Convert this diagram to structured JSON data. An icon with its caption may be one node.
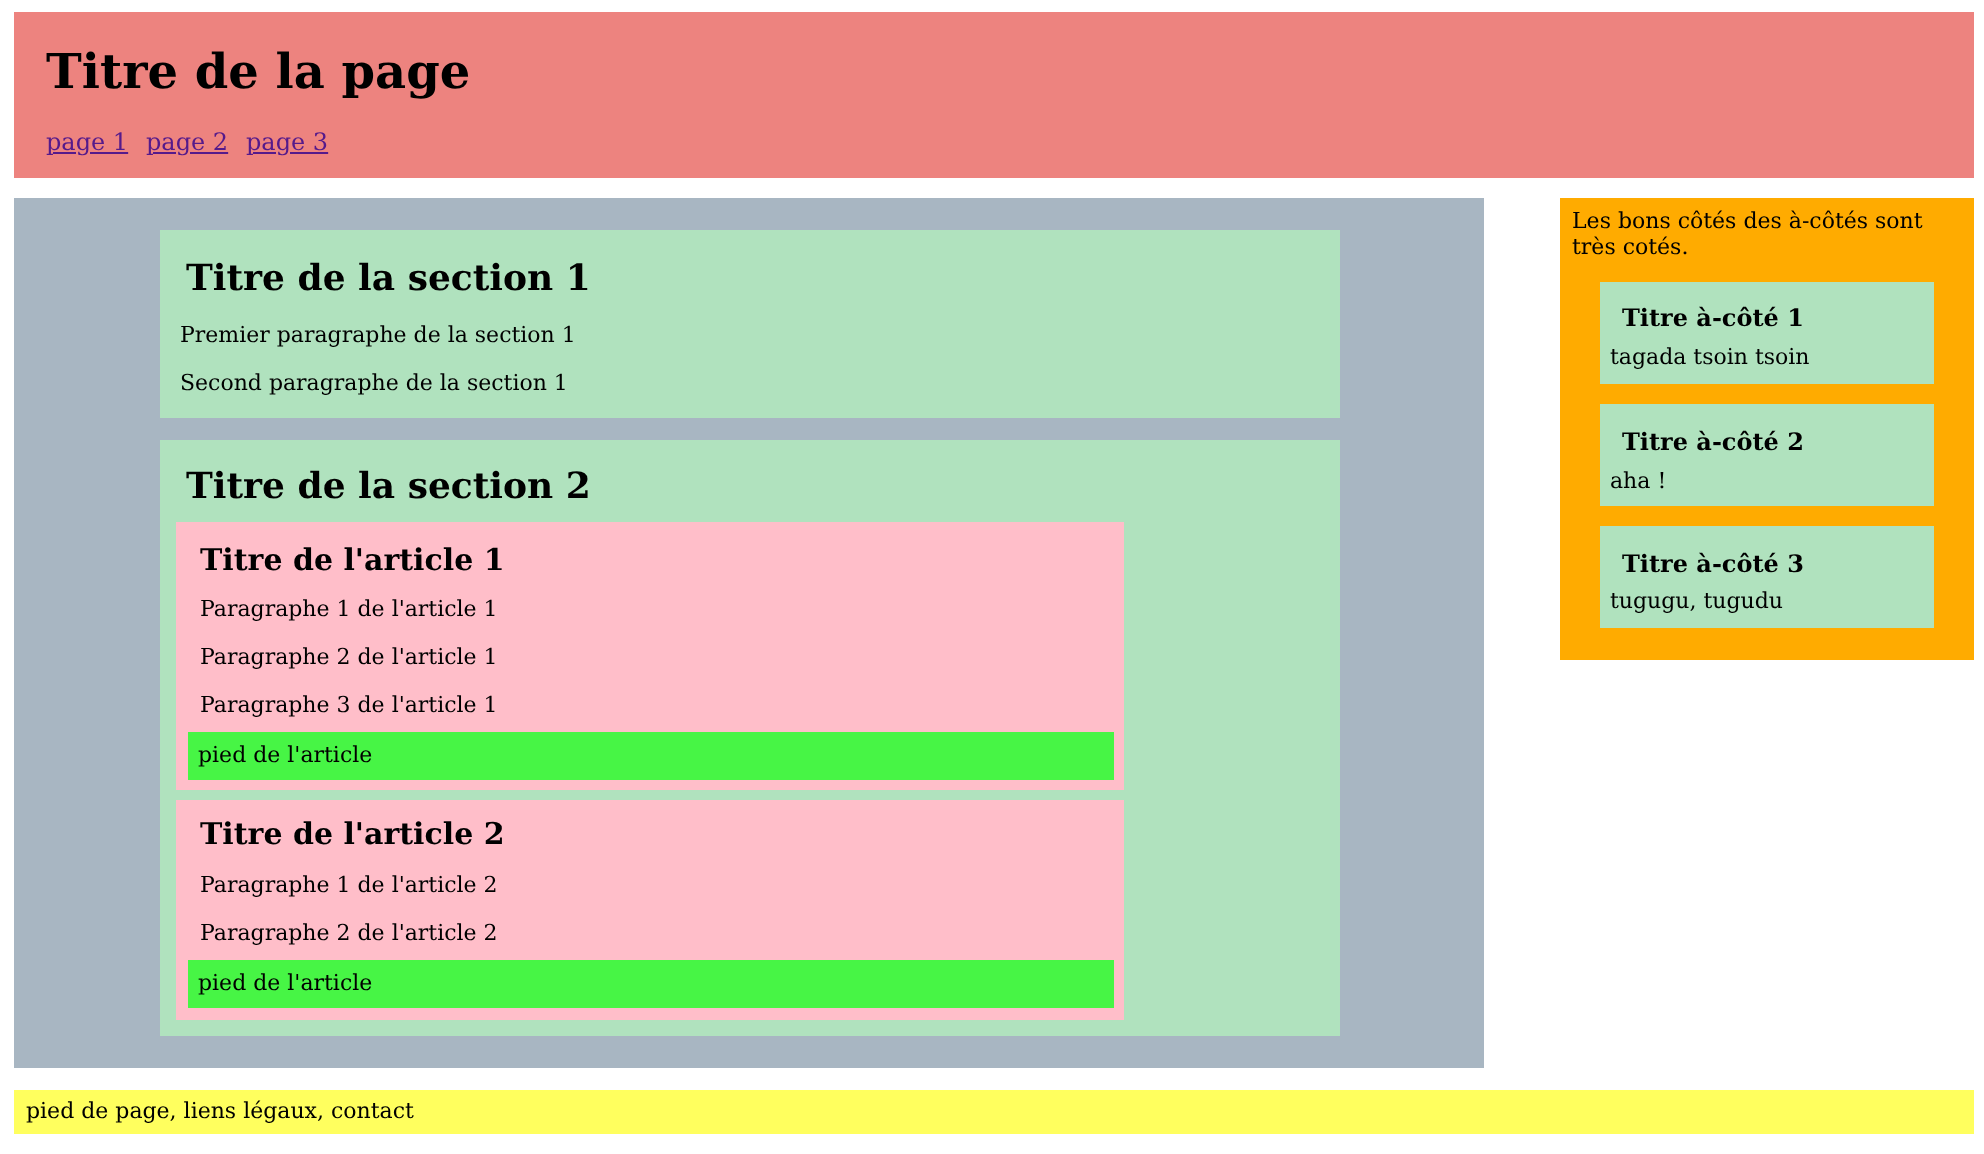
{
  "diagram": {
    "nodes": [
      {
        "text": [
          "Titre de la page",
          "page 1",
          "page 2",
          "page 3"
        ]
      },
      {
        "text": [],
        "shape": "box"
      },
      {
        "text": [
          "Titre de la section 1",
          "Premier paragraphe de la section 1",
          "Second paragraphe de la section 1"
        ],
        "in": 1
      },
      {
        "text": [
          "Titre de la section 2"
        ],
        "in": 1
      },
      {
        "text": [
          "Titre de l'article 1",
          "Paragraphe 1 de l'article 1",
          "Paragraphe 2 de l'article 1",
          "Paragraphe 3 de l'article 1"
        ],
        "in": 3
      },
      {
        "text": [
          "pied de l'article"
        ],
        "in": 4
      },
      {
        "text": [
          "Titre de l'article 2",
          "Paragraphe 1 de l'article 2",
          "Paragraphe 2 de l'article 2"
        ],
        "in": 3
      },
      {
        "text": [
          "pied de l'article"
        ],
        "in": 6
      },
      {
        "text": [
          "Les bons côtés des à-côtés sont très cotés."
        ]
      },
      {
        "text": [
          "Titre à-côté 1",
          "tagada tsoin tsoin"
        ],
        "in": 8
      },
      {
        "text": [
          "Titre à-côté 2",
          "aha !"
        ],
        "in": 8
      },
      {
        "text": [
          "Titre à-côté 3",
          "tugugu, tugudu"
        ],
        "in": 8
      },
      {
        "text": [
          "pied de page, liens légaux, contact"
        ]
      }
    ]
  }
}
